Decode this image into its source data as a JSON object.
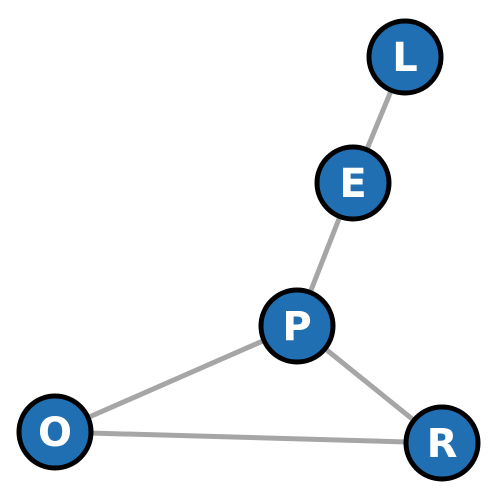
{
  "colors": {
    "node_fill": "#1f6fb2",
    "node_stroke": "#000000",
    "edge": "#a6a6a6",
    "label": "#ffffff",
    "background": "#ffffff"
  },
  "nodes": [
    {
      "id": "L",
      "label": "L"
    },
    {
      "id": "E",
      "label": "E"
    },
    {
      "id": "P",
      "label": "P"
    },
    {
      "id": "O",
      "label": "O"
    },
    {
      "id": "R",
      "label": "R"
    }
  ],
  "edges": [
    {
      "source": "L",
      "target": "E"
    },
    {
      "source": "E",
      "target": "P"
    },
    {
      "source": "P",
      "target": "O"
    },
    {
      "source": "P",
      "target": "R"
    },
    {
      "source": "O",
      "target": "R"
    }
  ]
}
